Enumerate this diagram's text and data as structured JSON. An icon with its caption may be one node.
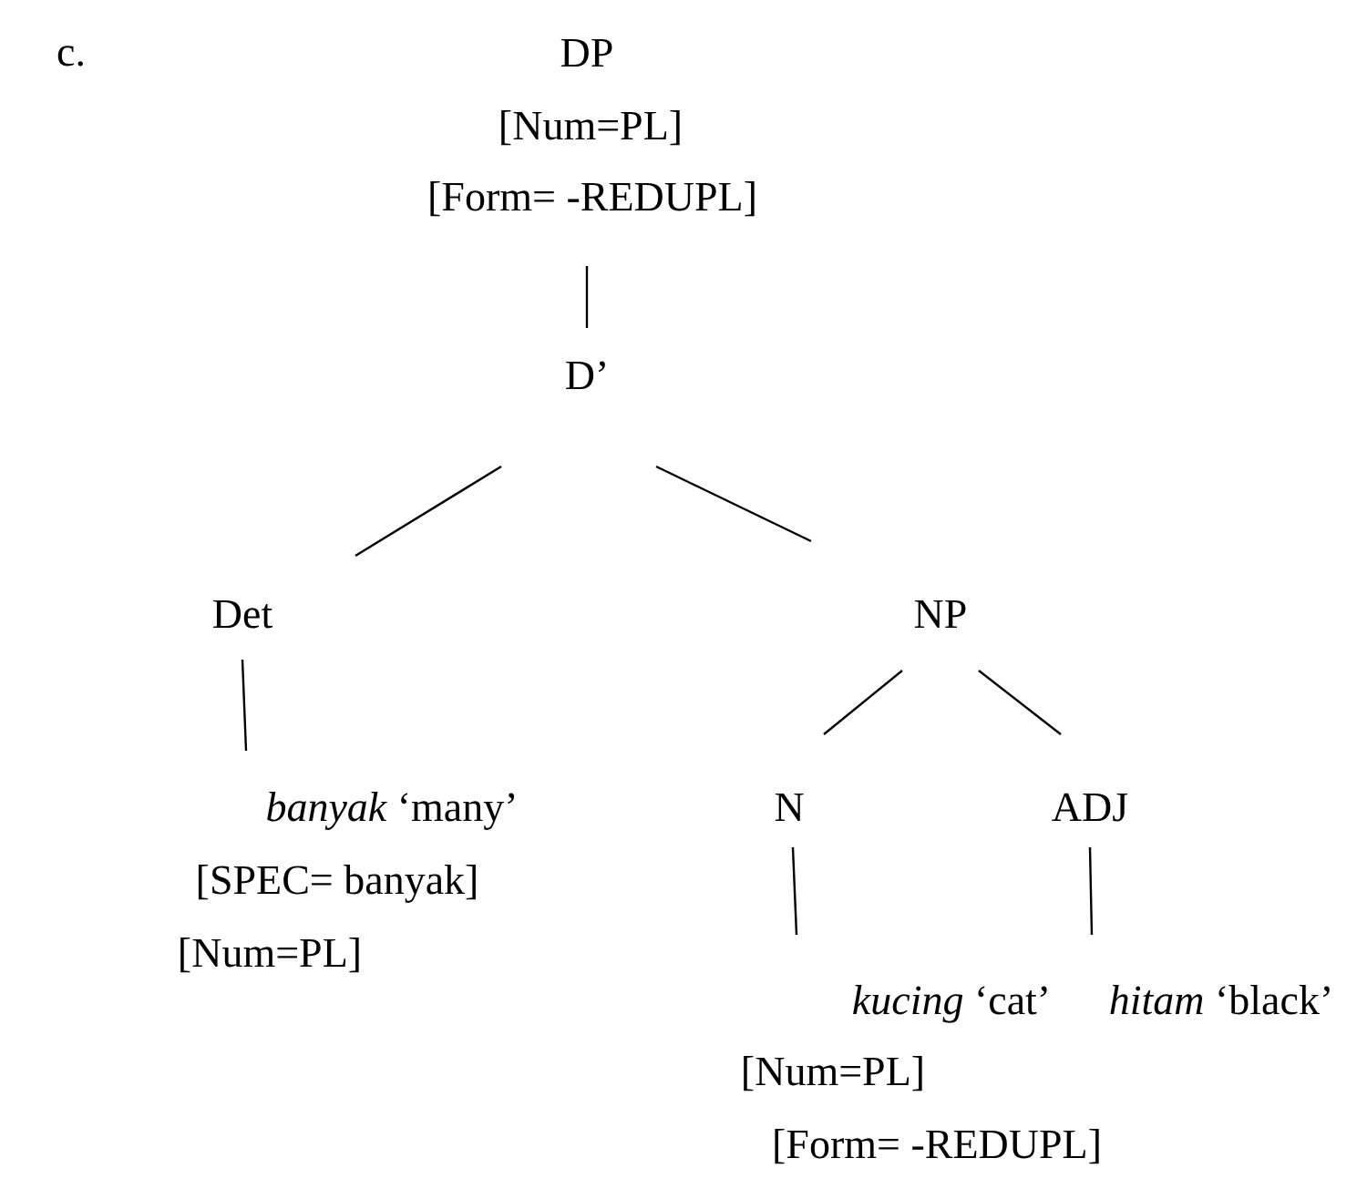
{
  "diagram": {
    "nodes": [
      {
        "text": [
          "DP",
          "[Num=PL]",
          "[Form= -REDUPL]"
        ]
      },
      {
        "text": [
          "D’"
        ]
      },
      {
        "text": [
          "Det"
        ]
      },
      {
        "text": [
          "NP"
        ]
      },
      {
        "text": [
          "*banyak* ‘many’",
          "[SPEC= banyak]",
          "[Num=PL]"
        ]
      },
      {
        "text": [
          "N"
        ]
      },
      {
        "text": [
          "ADJ"
        ]
      },
      {
        "text": [
          "*kucing* ‘cat’",
          "[Num=PL]",
          "[Form= -REDUPL]"
        ]
      },
      {
        "text": [
          "*hitam* ‘black’"
        ]
      }
    ],
    "edges": [
      {
        "from": 0,
        "to": 1,
        "arrow": "none"
      },
      {
        "from": 1,
        "to": 2,
        "arrow": "none"
      },
      {
        "from": 1,
        "to": 3,
        "arrow": "none"
      },
      {
        "from": 2,
        "to": 4,
        "arrow": "none"
      },
      {
        "from": 3,
        "to": 5,
        "arrow": "none"
      },
      {
        "from": 3,
        "to": 6,
        "arrow": "none"
      },
      {
        "from": 5,
        "to": 7,
        "arrow": "none"
      },
      {
        "from": 6,
        "to": 8,
        "arrow": "none"
      }
    ],
    "labels": [
      "c."
    ]
  }
}
